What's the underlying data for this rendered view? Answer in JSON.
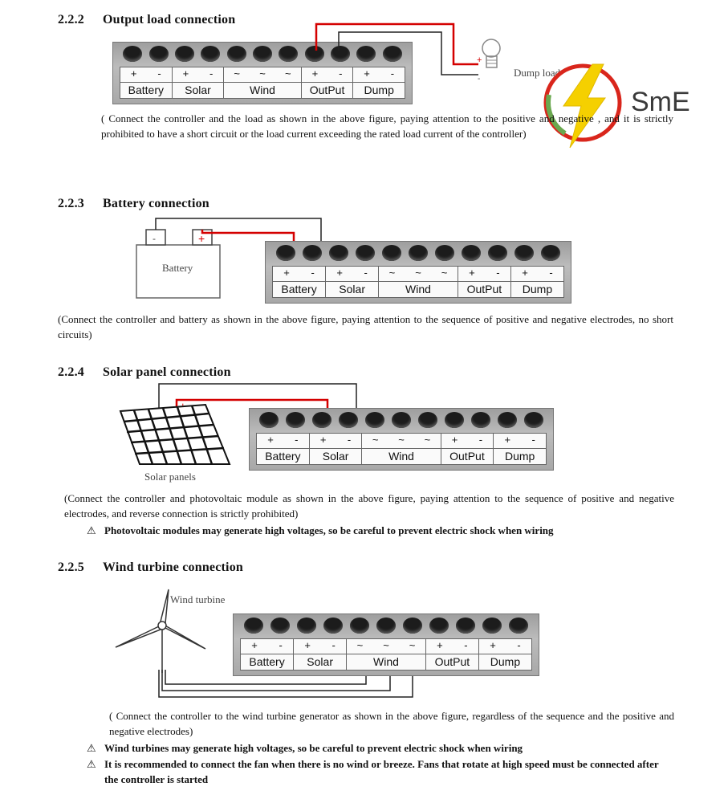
{
  "sections": [
    {
      "number": "2.2.2",
      "title": "Output load connection",
      "label": "Dump load",
      "text": "( Connect the controller and the load as shown in the above figure, paying attention to the positive and negative , and it is strictly prohibited to have a short circuit or the load current exceeding the rated load current of the controller)"
    },
    {
      "number": "2.2.3",
      "title": "Battery connection",
      "label": "Battery",
      "text": "(Connect the controller and battery as shown in the above figure, paying attention to the sequence of positive and negative electrodes, no short circuits)"
    },
    {
      "number": "2.2.4",
      "title": "Solar panel connection",
      "label": "Solar panels",
      "text": "(Connect the controller and photovoltaic module as shown in the above figure, paying attention to the sequence of positive and negative electrodes, and reverse connection is strictly prohibited)",
      "warnings": [
        "Photovoltaic modules may generate high voltages, so be careful to prevent electric shock when wiring"
      ]
    },
    {
      "number": "2.2.5",
      "title": "Wind turbine connection",
      "label": "Wind turbine",
      "text": "( Connect the controller to the wind turbine generator as shown in the above figure, regardless of the sequence and the positive and negative electrodes)",
      "warnings": [
        "Wind turbines may generate high voltages, so be careful to prevent electric shock when wiring",
        "It is recommended to connect the fan when there is no wind or breeze. Fans that rotate at high speed must be connected after the controller is started"
      ]
    }
  ],
  "terminal": {
    "groups": [
      {
        "name": "Battery",
        "signs": [
          "+",
          "-"
        ]
      },
      {
        "name": "Solar",
        "signs": [
          "+",
          "-"
        ]
      },
      {
        "name": "Wind",
        "signs": [
          "~",
          "~",
          "~"
        ]
      },
      {
        "name": "OutPut",
        "signs": [
          "+",
          "-"
        ]
      },
      {
        "name": "Dump",
        "signs": [
          "+",
          "-"
        ]
      }
    ]
  },
  "diagram_marks": {
    "plus": "+",
    "minus": "-"
  },
  "logo": {
    "text": "SmE"
  },
  "colors": {
    "wire_positive": "#d40000",
    "wire_negative": "#222222",
    "logo_red": "#d9261c",
    "logo_green": "#6aa84f",
    "logo_yellow": "#f5d000"
  }
}
